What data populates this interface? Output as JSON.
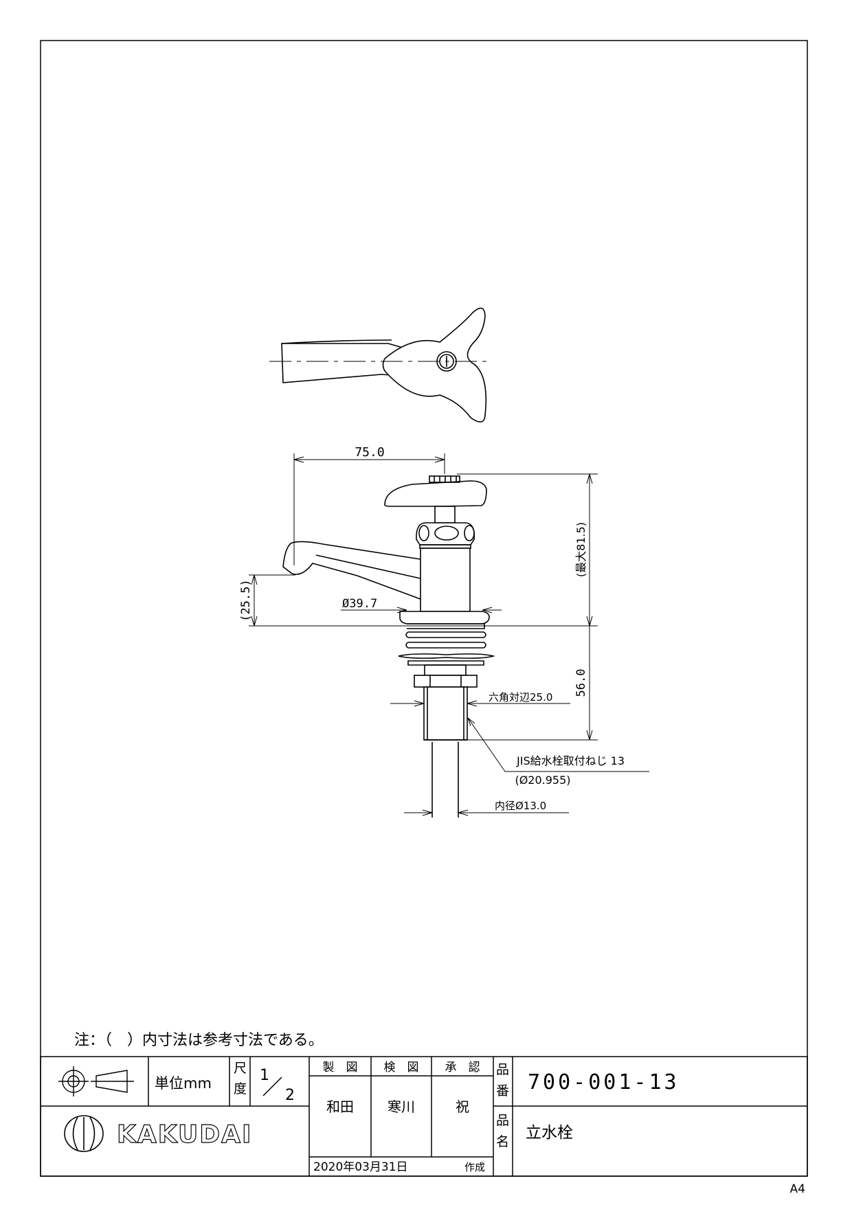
{
  "note": "注：（　）内寸法は参考寸法である。",
  "dimensions": {
    "spout_reach": "75.0",
    "overall_height": "(最大81.5)",
    "spout_height": "(25.5)",
    "flange_dia": "Ø39.7",
    "body_height": "56.0",
    "hex_size": "六角対辺25.0",
    "thread": "JIS給水栓取付ねじ 13",
    "thread_dia": "(Ø20.955)",
    "inner_dia": "内径Ø13.0"
  },
  "title_block": {
    "unit": "単位mm",
    "scale_label_1": "尺",
    "scale_label_2": "度",
    "scale_num": "1",
    "scale_den": "2",
    "drawn_label": "製　図",
    "checked_label": "検　図",
    "approved_label": "承　認",
    "drawn_by": "和田",
    "checked_by": "寒川",
    "approved_by": "祝",
    "number_label_1": "品",
    "number_label_2": "番",
    "part_number": "700-001-13",
    "name_label_1": "品",
    "name_label_2": "名",
    "part_name": "立水栓",
    "date": "2020年03月31日",
    "created": "作成",
    "logo": "KAKUDAI"
  },
  "paper_size": "A4"
}
